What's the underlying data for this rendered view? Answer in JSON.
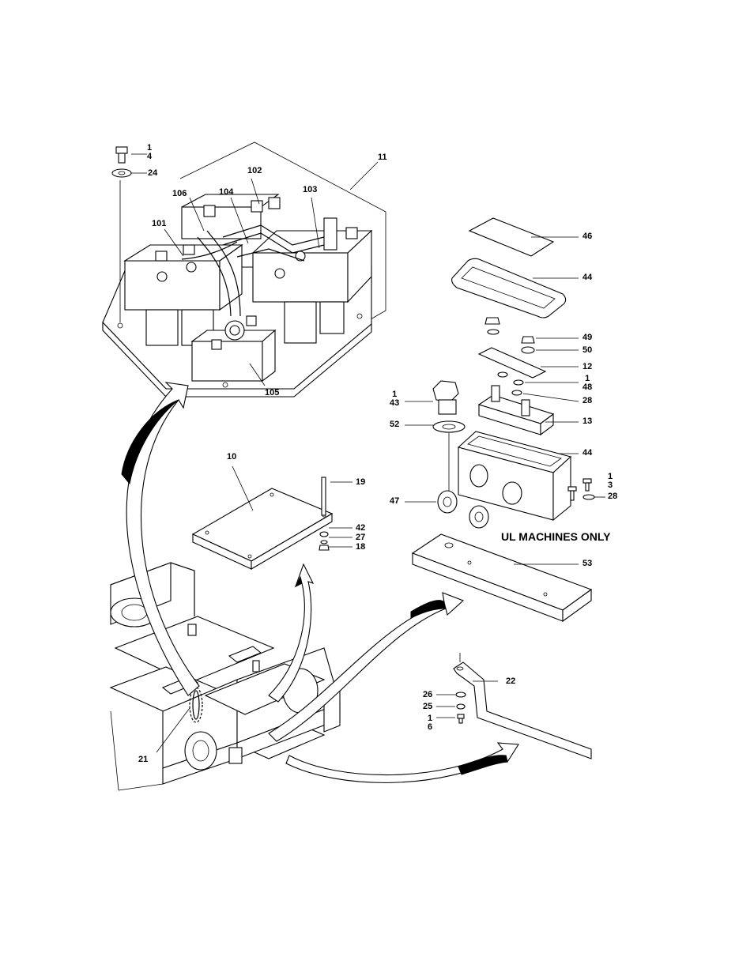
{
  "labels": {
    "p1a": "1",
    "p4": "4",
    "p24": "24",
    "p11": "11",
    "p102": "102",
    "p106": "106",
    "p104": "104",
    "p103": "103",
    "p101": "101",
    "p105": "105",
    "p46": "46",
    "p44a": "44",
    "p49": "49",
    "p50": "50",
    "p12": "12",
    "p1b": "1",
    "p48": "48",
    "p28a": "28",
    "p1c": "1",
    "p43": "43",
    "p13": "13",
    "p52": "52",
    "p44b": "44",
    "p1d": "1",
    "p3": "3",
    "p28b": "28",
    "p47": "47",
    "p10": "10",
    "p19": "19",
    "p42": "42",
    "p27": "27",
    "p18": "18",
    "p53": "53",
    "p22": "22",
    "p26": "26",
    "p25": "25",
    "p1e": "1",
    "p6": "6",
    "p21": "21"
  },
  "note": "UL MACHINES ONLY"
}
